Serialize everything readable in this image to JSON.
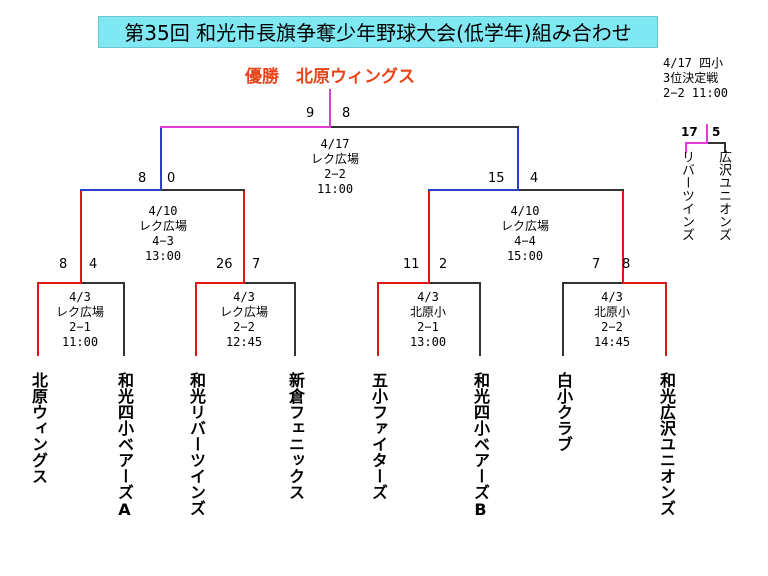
{
  "title": "第35回 和光市長旗争奪少年野球大会(低学年)組み合わせ",
  "champion": "優勝　北原ウィングス",
  "colors": {
    "winner_red": "#e01616",
    "winner_blue": "#2b3fc9",
    "final_magenta": "#e23ad8",
    "line_default": "#333333",
    "title_bg": "#7fe8f2",
    "champion_text": "#e8441a"
  },
  "teams": [
    "北原ウィングス",
    "和光四小ベアーズA",
    "和光リバーツインズ",
    "新倉フェニックス",
    "五小ファイターズ",
    "和光四小ベアーズB",
    "白小クラブ",
    "和光広沢ユニオンズ"
  ],
  "final": {
    "info": "4/17\nレク広場\n2−2\n11:00",
    "score_left": "9",
    "score_right": "8"
  },
  "semis": [
    {
      "info": "4/10\nレク広場\n4−3\n13:00",
      "score_left": "8",
      "score_right": "0"
    },
    {
      "info": "4/10\nレク広場\n4−4\n15:00",
      "score_left": "15",
      "score_right": "4"
    }
  ],
  "first_round": [
    {
      "info": "4/3\nレク広場\n2−1\n11:00",
      "score_left": "8",
      "score_right": "4"
    },
    {
      "info": "4/3\nレク広場\n2−2\n12:45",
      "score_left": "26",
      "score_right": "7"
    },
    {
      "info": "4/3\n北原小\n2−1\n13:00",
      "score_left": "11",
      "score_right": "2"
    },
    {
      "info": "4/3\n北原小\n2−2\n14:45",
      "score_left": "7",
      "score_right": "8"
    }
  ],
  "third_place": {
    "info": "4/17 四小\n3位決定戦\n2−2 11:00",
    "score_left": "17",
    "score_right": "5",
    "team_left": "リバーツインズ",
    "team_right": "広沢ユニオンズ"
  }
}
